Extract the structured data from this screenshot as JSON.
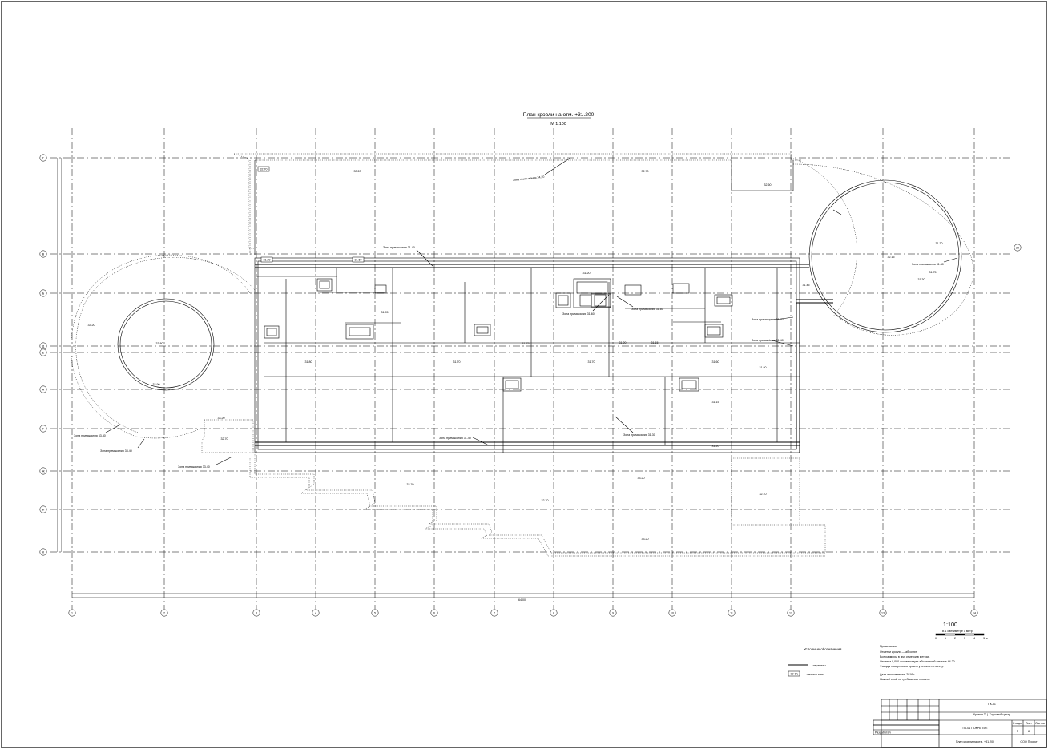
{
  "drawing": {
    "title": "План кровли на отм. +31.200",
    "scale": "М 1:100"
  },
  "axes": {
    "rows": [
      "1",
      "2",
      "3",
      "4",
      "5",
      "6",
      "7",
      "8",
      "9",
      "10",
      "11",
      "12",
      "13",
      "14"
    ],
    "columns": [
      "Г",
      "В",
      "Б",
      "Д",
      "Е",
      "А",
      "Г",
      "Ж",
      "И",
      "К"
    ],
    "side_marker": "22"
  },
  "elevations": {
    "roof_a": "32.70",
    "roof_b": "33.20",
    "roof_c": "32.70",
    "dome_right_a": "31.30",
    "dome_right_b": "32.15",
    "dome_right_c": "31.75",
    "dome_left_a": "33.20",
    "dome_left_b": "33.80",
    "dome_left_c": "32.90",
    "left_ext_a": "33.20",
    "left_ext_b": "32.70",
    "left_ext_c": "32.20",
    "mid_1": "31.20",
    "mid_2": "31.60",
    "mid_3": "31.20",
    "mid_4": "31.45",
    "mid_5": "31.95",
    "mid_6": "31.75",
    "mid_7": "31.20",
    "mid_8": "31.15",
    "mid_9": "31.80",
    "mid_10": "31.70",
    "mid_11": "31.70",
    "mid_12": "31.60",
    "bottom_1": "32.70",
    "bottom_2": "33.20",
    "bottom_3": "32.70",
    "bottom_4": "33.20",
    "bottom_5": "32.10",
    "right_corner": "32.60",
    "right_mid": "31.80"
  },
  "leaders": {
    "top": "Зона примыкания 34.20",
    "top_mid": "Зона примыкания 31.40",
    "mid_center": "Зона примыкания 31.60",
    "mid_right": "Зона примыкания 31.60",
    "mid_right_b": "Зона примыкания 31.40",
    "right_top": "Зона примыкания 31.40",
    "bottom_mid": "Зона примыкания 31.40",
    "bottom_right": "Зона примыкания 31.30",
    "left_a": "Зона примыкания 33.40",
    "left_b": "Зона примыкания 33.40",
    "left_c": "Зона примыкания 33.40"
  },
  "overall_dimension": "64000",
  "scale_bar": {
    "label": "1:100",
    "subtitle": "В 1 сантиметре 1 метр",
    "ticks": [
      "0",
      "1",
      "2",
      "3",
      "4",
      "5 м"
    ]
  },
  "legend": {
    "title": "Условные обозначения",
    "items": [
      {
        "symbol_text": "",
        "label": "— парапеты"
      },
      {
        "symbol_text": "32.10",
        "label": "— отметка зоны"
      }
    ]
  },
  "notes": [
    "Примечания",
    "Отметки кровли — абсолют.",
    "Все размеры в мм, отметки в метрах.",
    "Отметка 0,000 соответствует абсолютной отметке 44.20.",
    "Фасады поверхности кровли уточнить по месту.",
    "Дата изготовления: 2016 г.",
    "Нижний слой по требованию проекта."
  ],
  "title_block": {
    "code": "ПК-01",
    "project": "Кровля ТЦ. Торговый центр",
    "sheet_name": "План кровли на отм. +31.200",
    "stage_header": "Стадия",
    "sheet_header": "Лист",
    "sheets_header": "Листов",
    "stage": "Р",
    "sheet": "8",
    "org": "ООО Проект",
    "doc": "ПК-01 ПОКРЫТИЕ",
    "author_row": "Разработал"
  }
}
